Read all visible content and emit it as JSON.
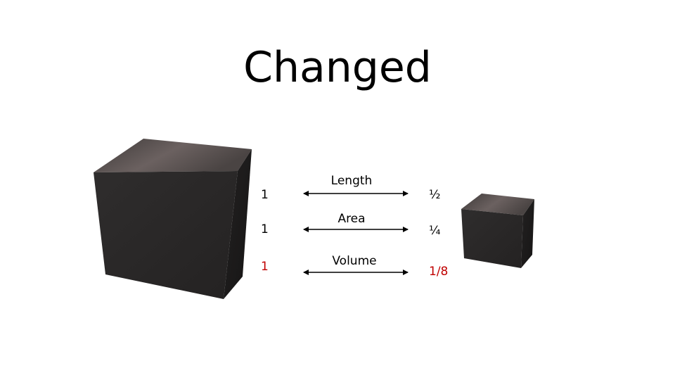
{
  "title": "Changed",
  "rows": [
    {
      "label": "Length",
      "left": "1",
      "right": "½"
    },
    {
      "label": "Area",
      "left": "1",
      "right": "¼"
    },
    {
      "label": "Volume",
      "left": "1",
      "right": "1/8"
    }
  ],
  "colors": {
    "emphasis": "#c00000",
    "cube_front": "#2b2929",
    "cube_side": "#1c1b1b",
    "cube_top": "#5e5655"
  }
}
